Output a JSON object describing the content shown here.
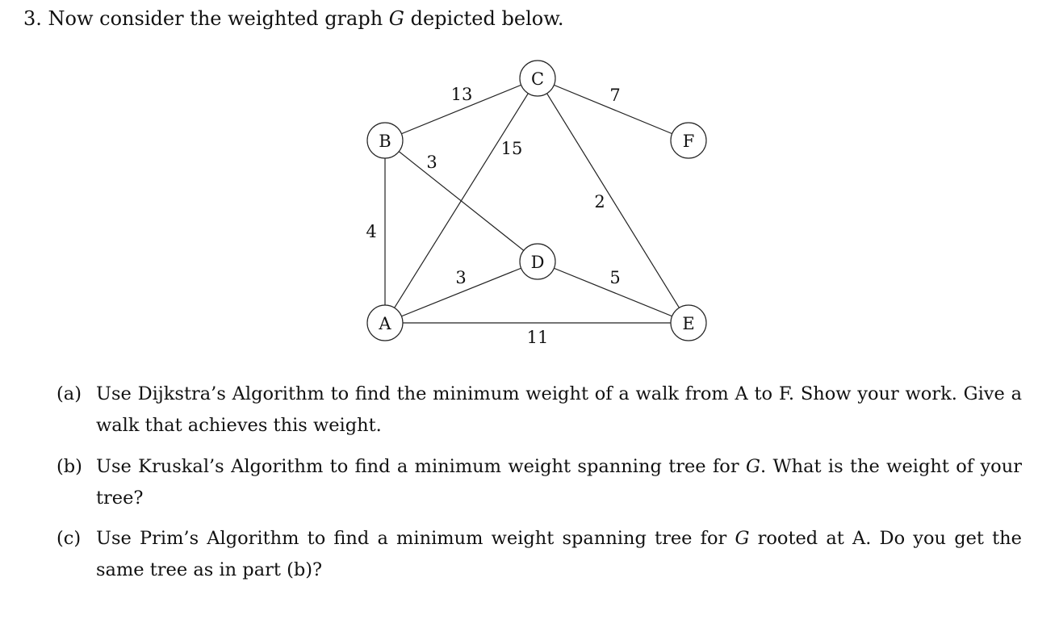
{
  "problem": {
    "number": "3.",
    "intro_before": "Now consider the weighted graph",
    "graph_symbol": "G",
    "intro_after": "depicted below."
  },
  "graph": {
    "nodes": [
      {
        "id": "C",
        "label": "C"
      },
      {
        "id": "B",
        "label": "B"
      },
      {
        "id": "F",
        "label": "F"
      },
      {
        "id": "D",
        "label": "D"
      },
      {
        "id": "A",
        "label": "A"
      },
      {
        "id": "E",
        "label": "E"
      }
    ],
    "edges": [
      {
        "from": "B",
        "to": "C",
        "weight": "13"
      },
      {
        "from": "C",
        "to": "F",
        "weight": "7"
      },
      {
        "from": "B",
        "to": "D",
        "weight": "3"
      },
      {
        "from": "C",
        "to": "A",
        "weight": "15"
      },
      {
        "from": "C",
        "to": "E",
        "weight": "2"
      },
      {
        "from": "B",
        "to": "A",
        "weight": "4"
      },
      {
        "from": "A",
        "to": "D",
        "weight": "3"
      },
      {
        "from": "D",
        "to": "E",
        "weight": "5"
      },
      {
        "from": "A",
        "to": "E",
        "weight": "11"
      }
    ]
  },
  "parts": [
    {
      "letter": "(a)",
      "segments": [
        {
          "text": "Use Dijkstra’s Algorithm to find the minimum weight of a walk from A to F. Show your work. Give a walk that achieves this weight.",
          "math": false
        }
      ]
    },
    {
      "letter": "(b)",
      "segments": [
        {
          "text": "Use Kruskal’s Algorithm to find a minimum weight spanning tree for ",
          "math": false
        },
        {
          "text": "G",
          "math": true
        },
        {
          "text": ". What is the weight of your tree?",
          "math": false
        }
      ]
    },
    {
      "letter": "(c)",
      "segments": [
        {
          "text": "Use Prim’s Algorithm to find a minimum weight spanning tree for ",
          "math": false
        },
        {
          "text": "G",
          "math": true
        },
        {
          "text": " rooted at A. Do you get the same tree as in part (b)?",
          "math": false
        }
      ]
    }
  ]
}
